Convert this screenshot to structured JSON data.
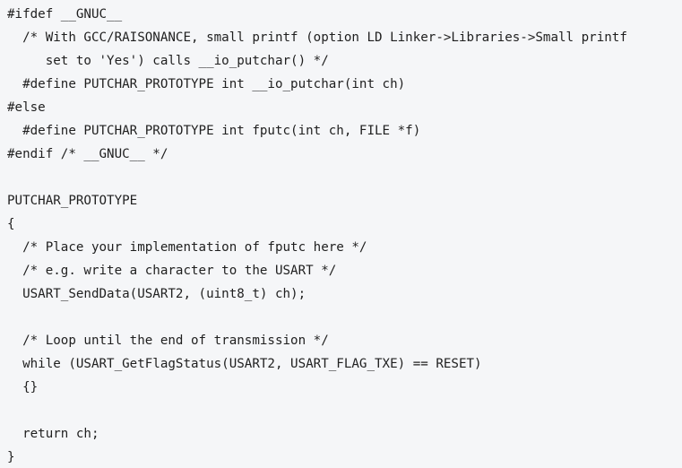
{
  "code": {
    "lines": [
      "#ifdef __GNUC__",
      "  /* With GCC/RAISONANCE, small printf (option LD Linker->Libraries->Small printf",
      "     set to 'Yes') calls __io_putchar() */",
      "  #define PUTCHAR_PROTOTYPE int __io_putchar(int ch)",
      "#else",
      "  #define PUTCHAR_PROTOTYPE int fputc(int ch, FILE *f)",
      "#endif /* __GNUC__ */",
      "",
      "PUTCHAR_PROTOTYPE",
      "{",
      "  /* Place your implementation of fputc here */",
      "  /* e.g. write a character to the USART */",
      "  USART_SendData(USART2, (uint8_t) ch);",
      "",
      "  /* Loop until the end of transmission */",
      "  while (USART_GetFlagStatus(USART2, USART_FLAG_TXE) == RESET)",
      "  {}",
      "",
      "  return ch;",
      "}"
    ]
  }
}
